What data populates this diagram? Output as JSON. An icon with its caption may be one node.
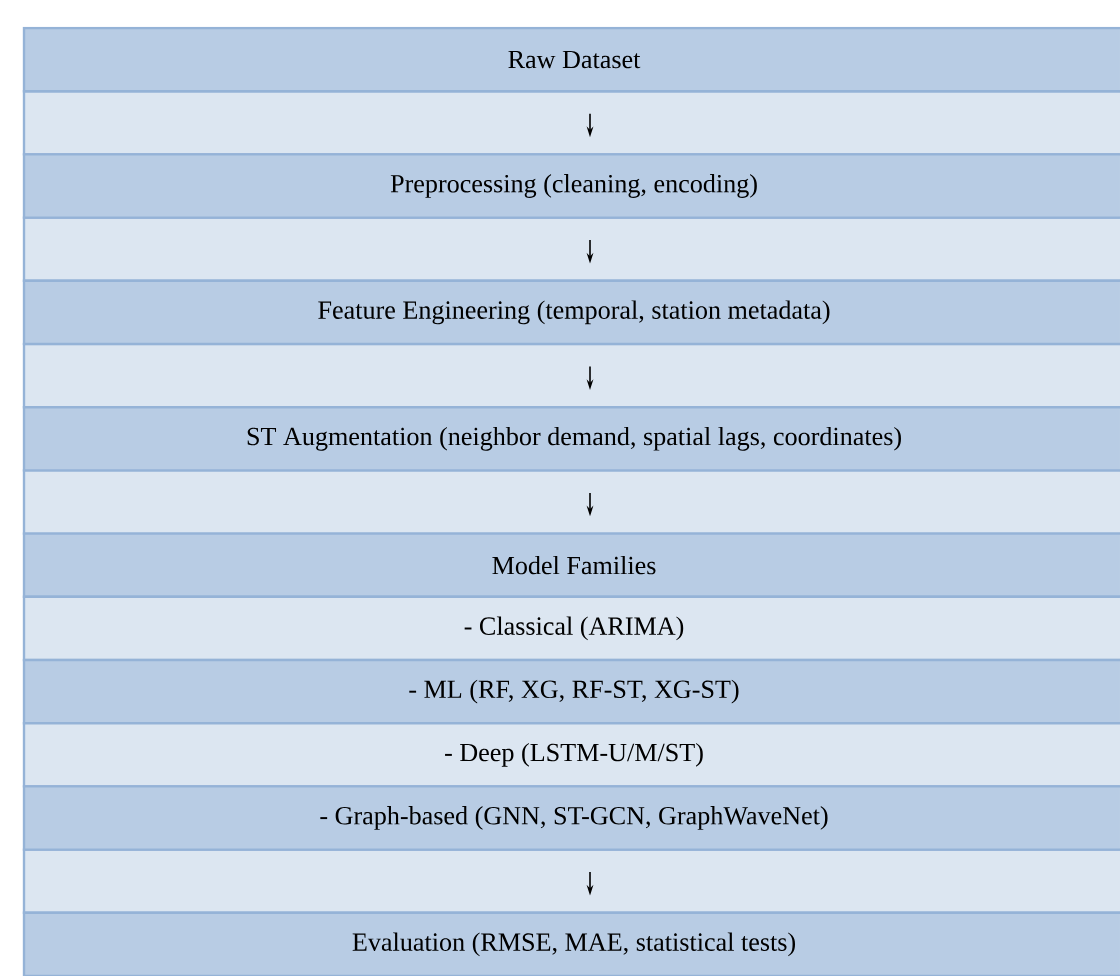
{
  "diagram": {
    "nodes": [
      {
        "text": [
          "Raw Dataset"
        ]
      },
      {
        "text": [
          "Preprocessing (cleaning, encoding)"
        ]
      },
      {
        "text": [
          "Feature Engineering (temporal, station metadata)"
        ]
      },
      {
        "text": [
          "ST Augmentation (neighbor demand, spatial lags, coordinates)"
        ]
      },
      {
        "text": [
          "Model Families"
        ]
      },
      {
        "text": [
          "- Classical (ARIMA)"
        ]
      },
      {
        "text": [
          "- ML (RF, XG, RF-ST, XG-ST)"
        ]
      },
      {
        "text": [
          "- Deep (LSTM-U/M/ST)"
        ]
      },
      {
        "text": [
          "- Graph-based (GNN, ST-GCN, GraphWaveNet)"
        ]
      },
      {
        "text": [
          "Evaluation (RMSE, MAE, statistical tests)"
        ]
      }
    ],
    "edges": [
      {
        "from": 0,
        "to": 1,
        "arrow": "to"
      },
      {
        "from": 1,
        "to": 2,
        "arrow": "to"
      },
      {
        "from": 2,
        "to": 3,
        "arrow": "to"
      },
      {
        "from": 3,
        "to": 4,
        "arrow": "to"
      },
      {
        "from": 8,
        "to": 9,
        "arrow": "to"
      }
    ]
  }
}
